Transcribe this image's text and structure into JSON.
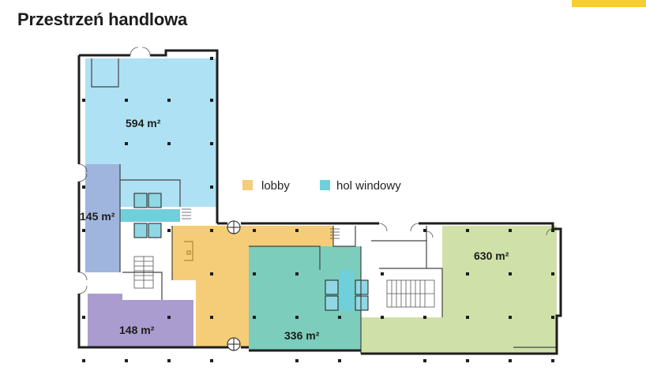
{
  "title": "Przestrzeń handlowa",
  "colors": {
    "accent": "#f7cf2c",
    "lobby": "#f5cc78",
    "elevator_hall": "#6fcfda",
    "area_594": "#aee1f3",
    "area_145": "#9fb5de",
    "area_148": "#ab9ccf",
    "area_336": "#7ccdbb",
    "area_630": "#cfe1a8",
    "wall": "#1e1e1e"
  },
  "legend": [
    {
      "label": "lobby",
      "color": "#f5cc78"
    },
    {
      "label": "hol windowy",
      "color": "#6fcfda"
    }
  ],
  "areas": [
    {
      "id": "a594",
      "label": "594 m²"
    },
    {
      "id": "a145",
      "label": "145 m²"
    },
    {
      "id": "a148",
      "label": "148 m²"
    },
    {
      "id": "a336",
      "label": "336 m²"
    },
    {
      "id": "a630",
      "label": "630 m²"
    }
  ]
}
